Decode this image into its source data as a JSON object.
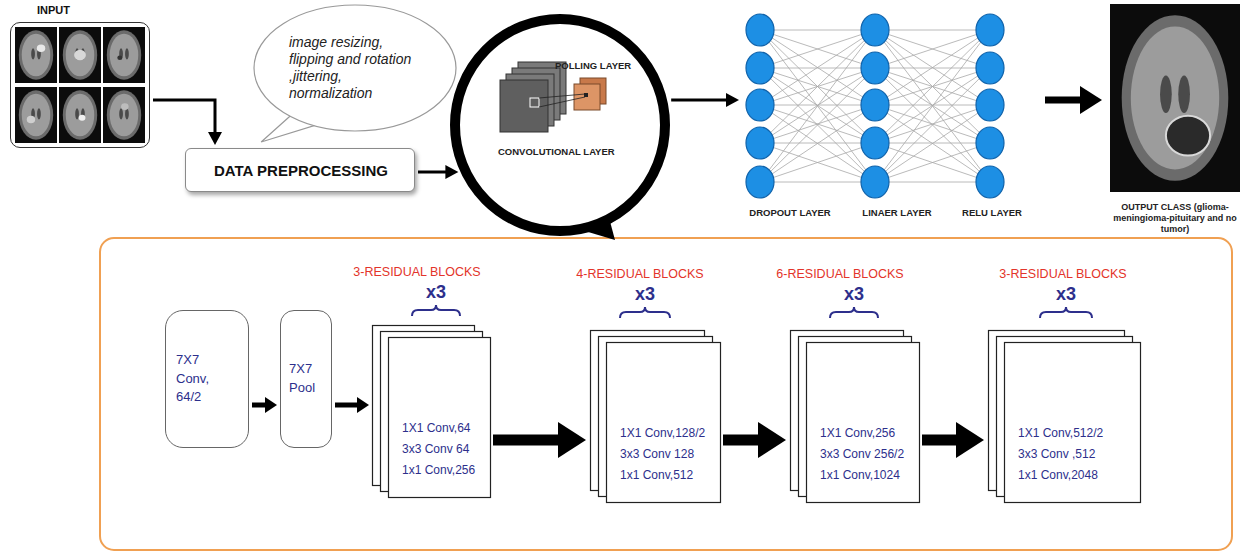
{
  "diagram": {
    "nodes": [
      {
        "text": [
          "INPUT"
        ]
      },
      {
        "text": [
          "image resizing, flipping and rotation ,jittering, normalization"
        ]
      },
      {
        "text": [
          "DATA PREPROCESSING"
        ]
      },
      {
        "text": [
          "POLLING LAYER",
          "CONVOLUTIONAL LAYER"
        ]
      },
      {
        "text": [
          "DROPOUT LAYER",
          "LINAER LAYER",
          "RELU LAYER"
        ]
      },
      {
        "text": [
          "OUTPUT CLASS (glioma-meningioma-pituitary and no tumor)"
        ]
      },
      {
        "text": [
          "7X7 Conv, 64/2"
        ]
      },
      {
        "text": [
          "7X7 Pool"
        ]
      },
      {
        "text": [
          "3-RESIDUAL BLOCKS",
          "x3",
          "1X1 Conv,64",
          "3x3 Conv 64",
          "1x1 Conv,256"
        ]
      },
      {
        "text": [
          "4-RESIDUAL BLOCKS",
          "x3",
          "1X1 Conv,128/2",
          "3x3 Conv 128",
          "1x1 Conv,512"
        ]
      },
      {
        "text": [
          "6-RESIDUAL BLOCKS",
          "x3",
          "1X1 Conv,256",
          "3x3 Conv 256/2",
          "1x1 Conv,1024"
        ]
      },
      {
        "text": [
          "3-RESIDUAL BLOCKS",
          "x3",
          "1X1 Conv,512/2",
          "3x3 Conv ,512",
          "1x1 Conv,2048"
        ]
      }
    ],
    "edges": [
      {
        "from": 0,
        "to": 2,
        "arrow": "to"
      },
      {
        "from": 2,
        "to": 3,
        "arrow": "to"
      },
      {
        "from": 3,
        "to": 4,
        "arrow": "to"
      },
      {
        "from": 4,
        "to": 5,
        "arrow": "to"
      },
      {
        "from": 6,
        "to": 7,
        "arrow": "to"
      },
      {
        "from": 7,
        "to": 8,
        "arrow": "to"
      },
      {
        "from": 8,
        "to": 9,
        "arrow": "to"
      },
      {
        "from": 9,
        "to": 10,
        "arrow": "to"
      },
      {
        "from": 10,
        "to": 11,
        "arrow": "to"
      }
    ]
  }
}
